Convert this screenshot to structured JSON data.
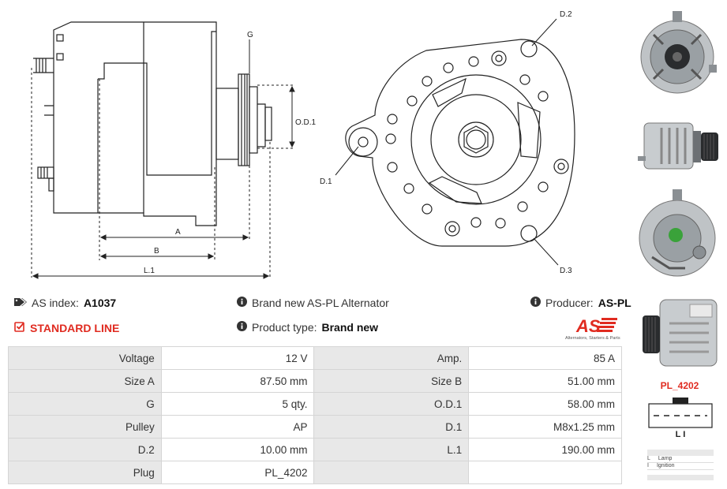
{
  "drawing_labels": {
    "g": "G",
    "od1": "O.D.1",
    "a": "A",
    "b": "B",
    "l1": "L.1",
    "d1": "D.1",
    "d2": "D.2",
    "d3": "D.3"
  },
  "info": {
    "as_index_label": "AS index:",
    "as_index_value": "A1037",
    "line": "STANDARD LINE",
    "brand_text": "Brand new AS-PL Alternator",
    "type_label": "Product type:",
    "type_value": "Brand new",
    "producer_label": "Producer:",
    "producer_value": "AS-PL",
    "logo_text": "AS",
    "logo_tagline": "Alternators, Starters & Parts"
  },
  "specs": [
    [
      {
        "label": "Voltage",
        "value": "12 V"
      },
      {
        "label": "Amp.",
        "value": "85 A"
      }
    ],
    [
      {
        "label": "Size A",
        "value": "87.50 mm"
      },
      {
        "label": "Size B",
        "value": "51.00 mm"
      }
    ],
    [
      {
        "label": "G",
        "value": "5 qty."
      },
      {
        "label": "O.D.1",
        "value": "58.00 mm"
      }
    ],
    [
      {
        "label": "Pulley",
        "value": "AP"
      },
      {
        "label": "D.1",
        "value": "M8x1.25 mm"
      }
    ],
    [
      {
        "label": "D.2",
        "value": "10.00 mm"
      },
      {
        "label": "L.1",
        "value": "190.00 mm"
      }
    ],
    [
      {
        "label": "Plug",
        "value": "PL_4202"
      },
      {
        "label": "",
        "value": ""
      }
    ]
  ],
  "plug": {
    "name": "PL_4202",
    "pins": "L I",
    "legend": [
      {
        "code": "L",
        "desc": "Lamp"
      },
      {
        "code": "I",
        "desc": "Ignition"
      }
    ]
  },
  "colors": {
    "accent_red": "#e02b20",
    "label_bg": "#e8e8e8"
  }
}
